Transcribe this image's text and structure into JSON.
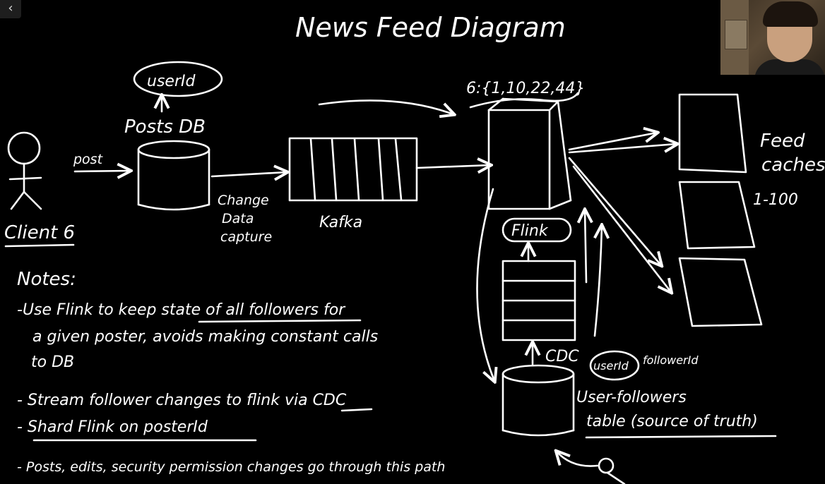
{
  "diagram": {
    "title": "News Feed Diagram",
    "client_label": "Client 6",
    "post_label": "post",
    "posts_db_label": "Posts DB",
    "userid_label": "userId",
    "cdc_long_label": [
      "Change",
      "Data",
      "capture"
    ],
    "kafka_label": "Kafka",
    "followers_set_label": "6:{1,10,22,44}",
    "flink_label": "Flink",
    "cdc_label": "CDC",
    "feed_caches_label": [
      "Feed",
      "caches"
    ],
    "feed_range_label": "1-100",
    "table_key_userid": "userId",
    "table_key_followerid": "followerId",
    "table_label": [
      "User-followers",
      "table (source of truth)"
    ]
  },
  "notes": {
    "heading": "Notes:",
    "items": [
      [
        "-Use Flink to keep state of all followers for",
        "a given poster, avoids making constant calls",
        "to DB"
      ],
      [
        "- Stream follower changes to flink via CDC"
      ],
      [
        "- Shard Flink on posterId"
      ],
      [
        "- Posts, edits, security permission changes go through this path"
      ]
    ]
  },
  "ui": {
    "back_glyph": "‹"
  },
  "colors": {
    "background": "#000000",
    "ink": "#ffffff"
  }
}
